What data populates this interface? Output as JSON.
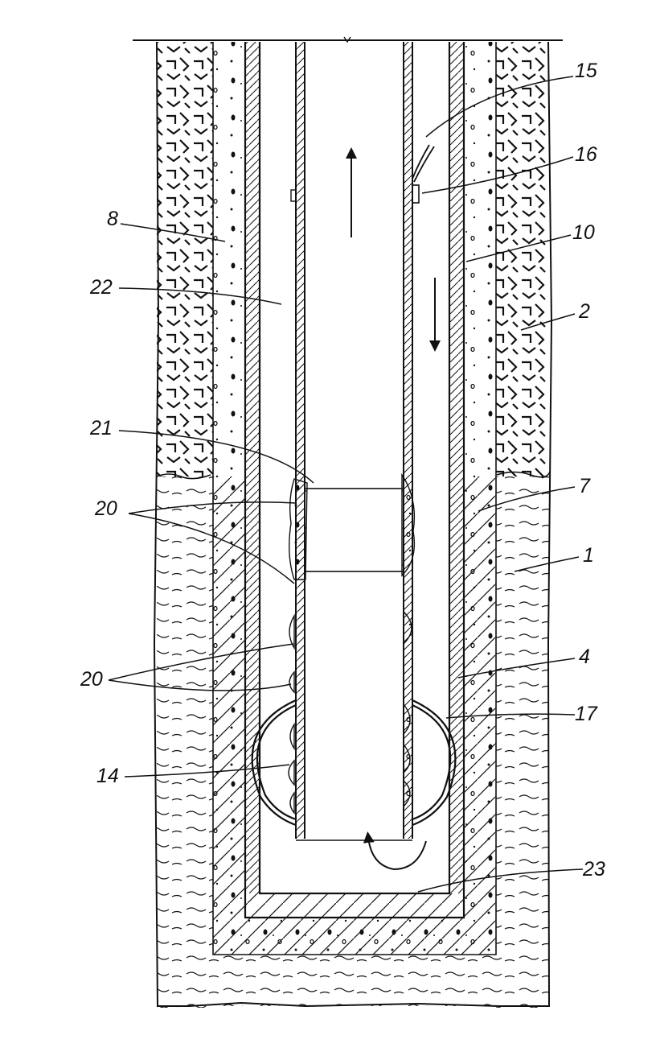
{
  "figure": {
    "labels": [
      "15",
      "16",
      "8",
      "10",
      "22",
      "2",
      "21",
      "7",
      "20",
      "1",
      "20",
      "4",
      "17",
      "14",
      "23"
    ]
  },
  "colors": {
    "ink": "#111111",
    "paper": "#ffffff"
  }
}
